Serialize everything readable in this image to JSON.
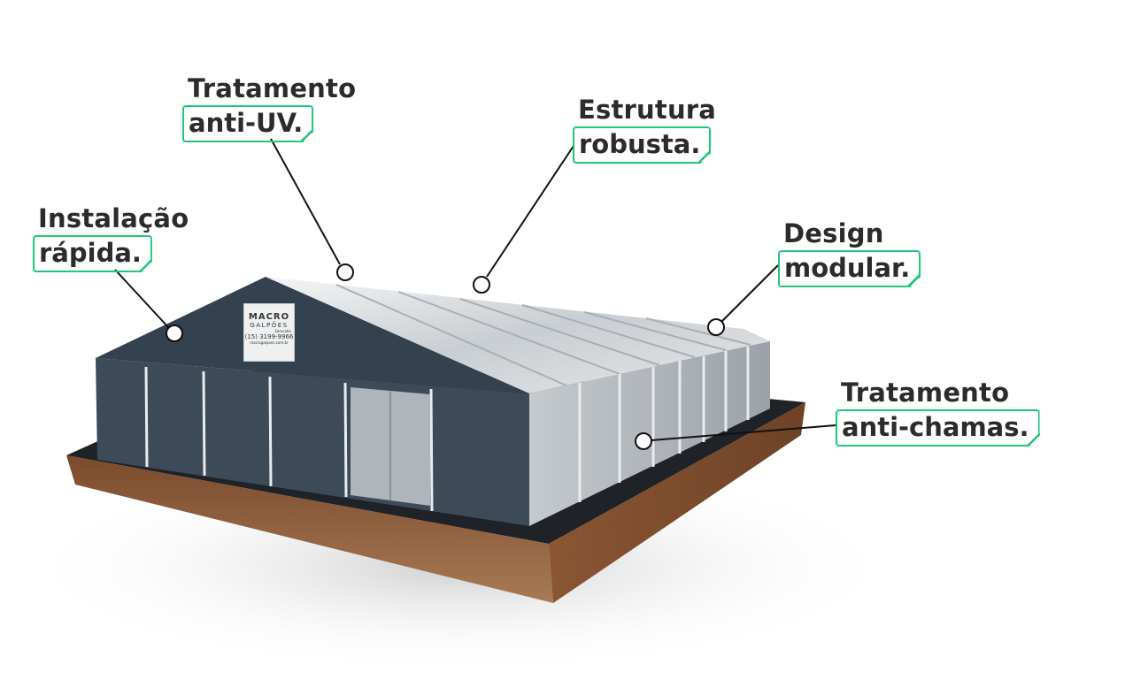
{
  "callouts": [
    {
      "title": "Instalação",
      "highlight": "rápida."
    },
    {
      "title": "Tratamento",
      "highlight": "anti-UV."
    },
    {
      "title": "Estrutura",
      "highlight": "robusta."
    },
    {
      "title": "Design",
      "highlight": "modular."
    },
    {
      "title": "Tratamento",
      "highlight": "anti-chamas."
    }
  ],
  "sign": {
    "brand_line1": "MACRO",
    "brand_line2": "GALPÕES",
    "city": "Sorocaba",
    "phone": "(15) 3199-9966",
    "website": "macrogalpoes.com.br"
  },
  "colors": {
    "accent": "#1fc77a",
    "text": "#2b2b2b",
    "wall": "#3d4a57",
    "roof": "#d9dde0",
    "soil": "#8a5a3a"
  }
}
